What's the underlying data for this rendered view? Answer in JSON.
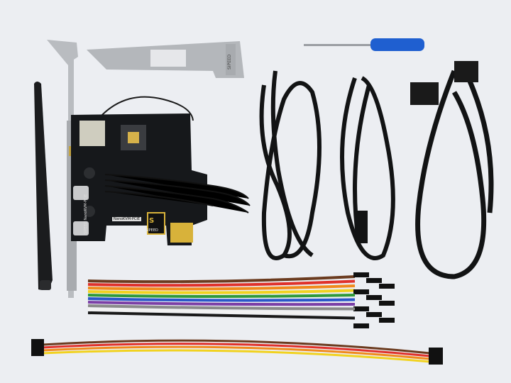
{
  "photo": {
    "background": "#eceef2",
    "items": [
      "antenna",
      "pcie-bracket",
      "kvm-board",
      "low-profile-bracket",
      "screwdriver",
      "usb-cable",
      "usb-c-cable",
      "hdmi-cable",
      "rainbow-jumper-ribbon",
      "orange-jumper-wires"
    ],
    "board": {
      "label_strip": "NanoKVM-PCIE",
      "vertical_label": "SIPEED NanoKVM-PCIE",
      "logo_letter": "S",
      "logo_text": "SIPEED",
      "bracket_text": "SIPEED"
    },
    "colors": {
      "pcb": "#16181b",
      "bracket": "#b9bcc0",
      "gold": "#d8b23a",
      "screwdriver_handle": "#1f5fd0",
      "cable": "#121314"
    },
    "ribbon_colors": [
      "#6b3b1f",
      "#e0312b",
      "#f08a1c",
      "#f1d21f",
      "#2f9a3a",
      "#2b57c9",
      "#7b3fa6",
      "#8a8a8a",
      "#f2f2f2",
      "#1a1a1a"
    ]
  }
}
